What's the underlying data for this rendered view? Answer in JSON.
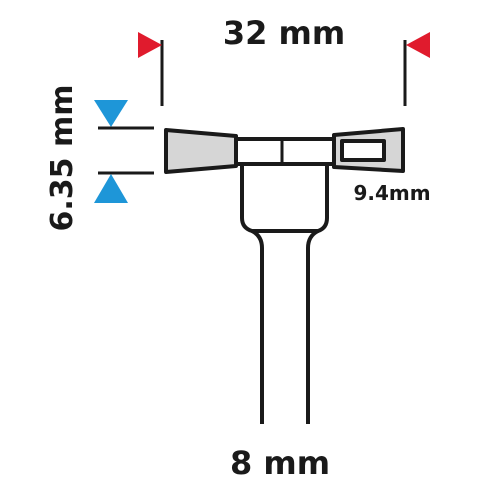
{
  "labels": {
    "overall_width": "32 mm",
    "head_thickness": "6.35 mm",
    "inner_dimension": "9.4mm",
    "shank_diameter": "8 mm"
  },
  "colors": {
    "width_marker": "#e01b2d",
    "thickness_marker": "#1e96d8",
    "cutter_fill": "#d6d6d6",
    "outline": "#1a1a1a"
  }
}
